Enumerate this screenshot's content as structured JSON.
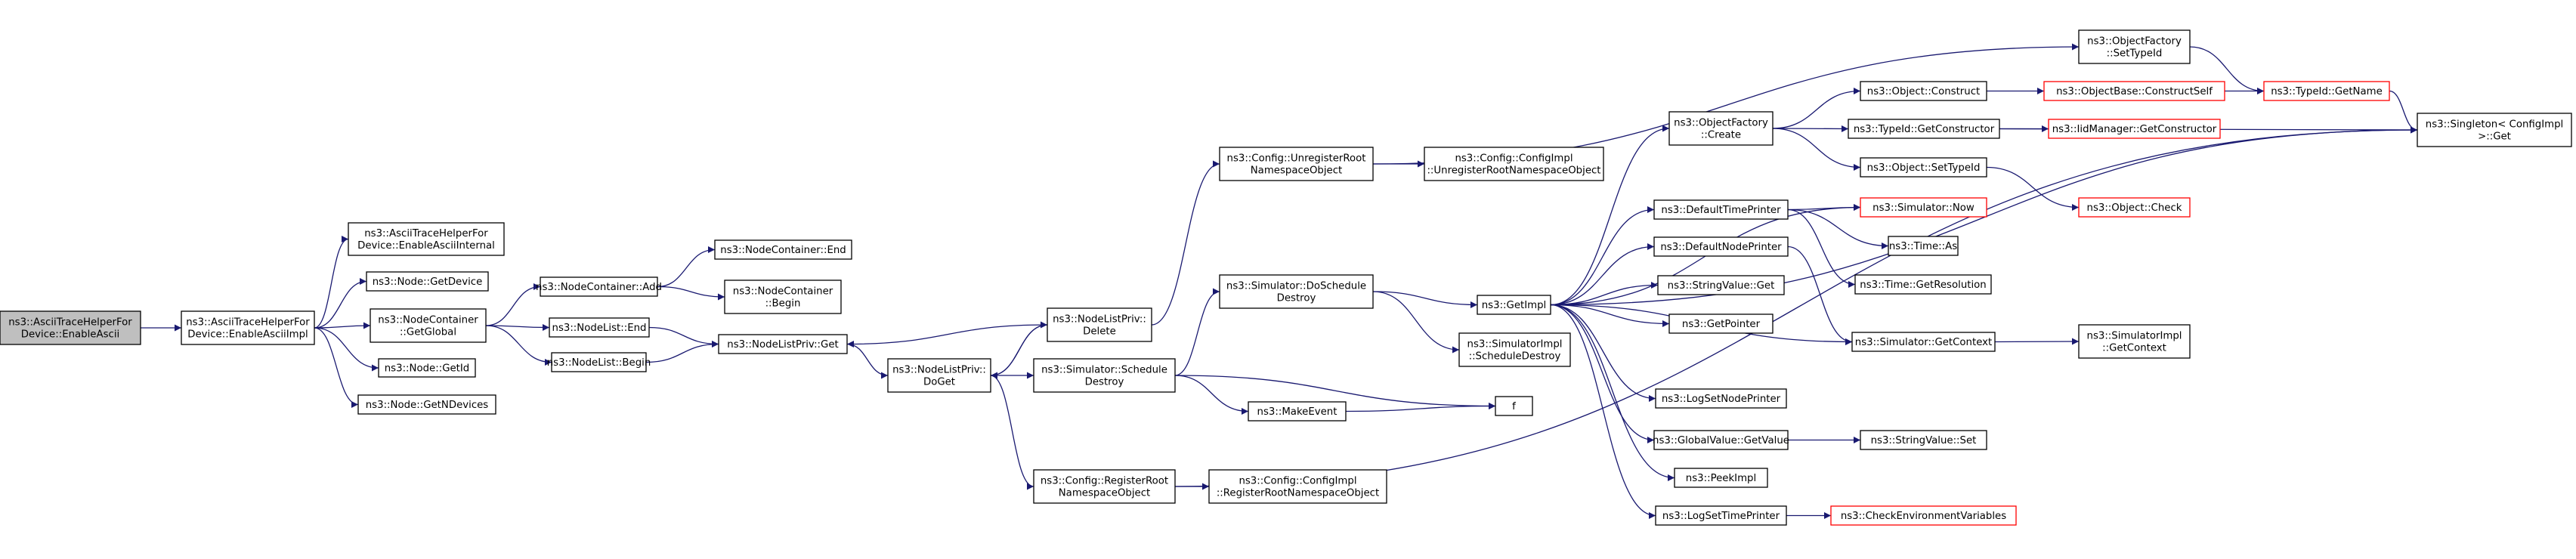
{
  "colors": {
    "edge": "#191970",
    "box_border": "#000000",
    "box_fill": "#ffffff",
    "root_fill": "#bfbfbf",
    "truncated_border": "#ff0000"
  },
  "nodes": [
    {
      "id": "n0",
      "lines": [
        "ns3::AsciiTraceHelperFor",
        "Device::EnableAscii"
      ],
      "root": true
    },
    {
      "id": "n1",
      "lines": [
        "ns3::AsciiTraceHelperFor",
        "Device::EnableAsciiImpl"
      ]
    },
    {
      "id": "n2",
      "lines": [
        "ns3::AsciiTraceHelperFor",
        "Device::EnableAsciiInternal"
      ]
    },
    {
      "id": "n3",
      "lines": [
        "ns3::Node::GetDevice"
      ]
    },
    {
      "id": "n4",
      "lines": [
        "ns3::NodeContainer",
        "::GetGlobal"
      ]
    },
    {
      "id": "n5",
      "lines": [
        "ns3::Node::GetId"
      ]
    },
    {
      "id": "n6",
      "lines": [
        "ns3::Node::GetNDevices"
      ]
    },
    {
      "id": "n7",
      "lines": [
        "ns3::NodeContainer::Add"
      ]
    },
    {
      "id": "n8",
      "lines": [
        "ns3::NodeList::End"
      ]
    },
    {
      "id": "n9",
      "lines": [
        "ns3::NodeList::Begin"
      ]
    },
    {
      "id": "n10",
      "lines": [
        "ns3::NodeContainer::End"
      ]
    },
    {
      "id": "n11",
      "lines": [
        "ns3::NodeContainer",
        "::Begin"
      ]
    },
    {
      "id": "n12",
      "lines": [
        "ns3::NodeListPriv::Get"
      ]
    },
    {
      "id": "n13",
      "lines": [
        "ns3::NodeListPriv::",
        "DoGet"
      ]
    },
    {
      "id": "n14",
      "lines": [
        "ns3::NodeListPriv::",
        "Delete"
      ]
    },
    {
      "id": "n15",
      "lines": [
        "ns3::Config::UnregisterRoot",
        "NamespaceObject"
      ]
    },
    {
      "id": "n16",
      "lines": [
        "ns3::Simulator::DoSchedule",
        "Destroy"
      ]
    },
    {
      "id": "n17",
      "lines": [
        "ns3::Simulator::Schedule",
        "Destroy"
      ]
    },
    {
      "id": "n18",
      "lines": [
        "ns3::Config::RegisterRoot",
        "NamespaceObject"
      ]
    },
    {
      "id": "n19",
      "lines": [
        "ns3::Config::ConfigImpl",
        "::UnregisterRootNamespaceObject"
      ]
    },
    {
      "id": "n20",
      "lines": [
        "ns3::MakeEvent"
      ]
    },
    {
      "id": "n21",
      "lines": [
        "ns3::Config::ConfigImpl",
        "::RegisterRootNamespaceObject"
      ]
    },
    {
      "id": "n22",
      "lines": [
        "ns3::GetImpl"
      ]
    },
    {
      "id": "n23",
      "lines": [
        "ns3::SimulatorImpl",
        "::ScheduleDestroy"
      ]
    },
    {
      "id": "n24",
      "lines": [
        "f"
      ]
    },
    {
      "id": "n25",
      "lines": [
        "ns3::ObjectFactory",
        "::Create"
      ]
    },
    {
      "id": "n26",
      "lines": [
        "ns3::DefaultTimePrinter"
      ]
    },
    {
      "id": "n27",
      "lines": [
        "ns3::DefaultNodePrinter"
      ]
    },
    {
      "id": "n28",
      "lines": [
        "ns3::StringValue::Get"
      ]
    },
    {
      "id": "n29",
      "lines": [
        "ns3::GetPointer"
      ]
    },
    {
      "id": "n30",
      "lines": [
        "ns3::Simulator::GetContext"
      ]
    },
    {
      "id": "n31",
      "lines": [
        "ns3::LogSetNodePrinter"
      ]
    },
    {
      "id": "n32",
      "lines": [
        "ns3::GlobalValue::GetValue"
      ]
    },
    {
      "id": "n33",
      "lines": [
        "ns3::PeekImpl"
      ]
    },
    {
      "id": "n34",
      "lines": [
        "ns3::LogSetTimePrinter"
      ]
    },
    {
      "id": "n35",
      "lines": [
        "ns3::ObjectFactory",
        "::SetTypeId"
      ]
    },
    {
      "id": "n36",
      "lines": [
        "ns3::Object::Construct"
      ]
    },
    {
      "id": "n37",
      "lines": [
        "ns3::TypeId::GetConstructor"
      ]
    },
    {
      "id": "n38",
      "lines": [
        "ns3::Object::SetTypeId"
      ]
    },
    {
      "id": "n39",
      "lines": [
        "ns3::Simulator::Now"
      ],
      "truncated": true
    },
    {
      "id": "n40",
      "lines": [
        "ns3::Time::As"
      ]
    },
    {
      "id": "n41",
      "lines": [
        "ns3::Time::GetResolution"
      ]
    },
    {
      "id": "n42",
      "lines": [
        "ns3::StringValue::Set"
      ]
    },
    {
      "id": "n43",
      "lines": [
        "ns3::CheckEnvironmentVariables"
      ],
      "truncated": true
    },
    {
      "id": "n44",
      "lines": [
        "ns3::SimulatorImpl",
        "::GetContext"
      ]
    },
    {
      "id": "n45",
      "lines": [
        "ns3::ObjectBase::ConstructSelf"
      ],
      "truncated": true
    },
    {
      "id": "n46",
      "lines": [
        "ns3::IidManager::GetConstructor"
      ],
      "truncated": true
    },
    {
      "id": "n47",
      "lines": [
        "ns3::Object::Check"
      ],
      "truncated": true
    },
    {
      "id": "n48",
      "lines": [
        "ns3::TypeId::GetName"
      ],
      "truncated": true
    },
    {
      "id": "n49",
      "lines": [
        "ns3::Singleton< ConfigImpl",
        " >::Get"
      ]
    }
  ],
  "edges": [
    [
      "n0",
      "n1"
    ],
    [
      "n1",
      "n2"
    ],
    [
      "n1",
      "n3"
    ],
    [
      "n1",
      "n4"
    ],
    [
      "n1",
      "n5"
    ],
    [
      "n1",
      "n6"
    ],
    [
      "n4",
      "n7"
    ],
    [
      "n4",
      "n8"
    ],
    [
      "n4",
      "n9"
    ],
    [
      "n7",
      "n10"
    ],
    [
      "n7",
      "n11"
    ],
    [
      "n8",
      "n12"
    ],
    [
      "n9",
      "n12"
    ],
    [
      "n12",
      "n13"
    ],
    [
      "n13",
      "n14"
    ],
    [
      "n14",
      "n12"
    ],
    [
      "n14",
      "n13"
    ],
    [
      "n13",
      "n17"
    ],
    [
      "n13",
      "n18"
    ],
    [
      "n14",
      "n15"
    ],
    [
      "n15",
      "n19"
    ],
    [
      "n15",
      "n35"
    ],
    [
      "n17",
      "n16"
    ],
    [
      "n17",
      "n20"
    ],
    [
      "n17",
      "n24"
    ],
    [
      "n16",
      "n22"
    ],
    [
      "n16",
      "n23"
    ],
    [
      "n20",
      "n24"
    ],
    [
      "n18",
      "n21"
    ],
    [
      "n18",
      "n49"
    ],
    [
      "n22",
      "n25"
    ],
    [
      "n22",
      "n26"
    ],
    [
      "n22",
      "n27"
    ],
    [
      "n22",
      "n28"
    ],
    [
      "n22",
      "n29"
    ],
    [
      "n22",
      "n30"
    ],
    [
      "n22",
      "n31"
    ],
    [
      "n22",
      "n32"
    ],
    [
      "n22",
      "n33"
    ],
    [
      "n22",
      "n34"
    ],
    [
      "n22",
      "n39"
    ],
    [
      "n22",
      "n49"
    ],
    [
      "n25",
      "n36"
    ],
    [
      "n25",
      "n37"
    ],
    [
      "n25",
      "n38"
    ],
    [
      "n36",
      "n45"
    ],
    [
      "n45",
      "n48"
    ],
    [
      "n37",
      "n46"
    ],
    [
      "n37",
      "n49"
    ],
    [
      "n38",
      "n47"
    ],
    [
      "n35",
      "n48"
    ],
    [
      "n48",
      "n49"
    ],
    [
      "n26",
      "n39"
    ],
    [
      "n26",
      "n40"
    ],
    [
      "n26",
      "n41"
    ],
    [
      "n27",
      "n30"
    ],
    [
      "n30",
      "n44"
    ],
    [
      "n32",
      "n42"
    ],
    [
      "n34",
      "n43"
    ]
  ]
}
